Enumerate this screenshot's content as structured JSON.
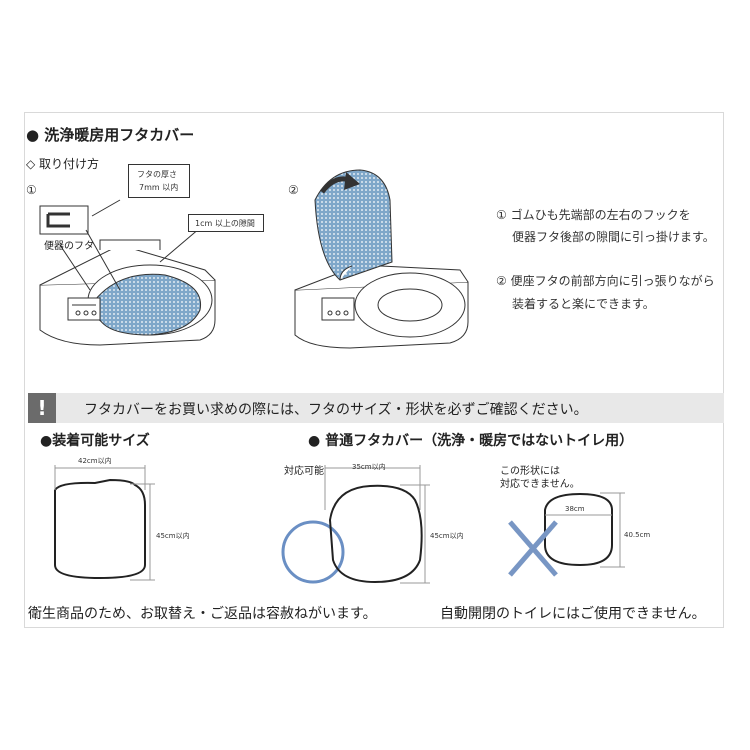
{
  "section_title": "● 洗浄暖房用フタカバー",
  "install_label": "◇ 取り付け方",
  "step1": {
    "number": "①",
    "callout_thickness": "フタの厚さ\n7mm 以内",
    "callout_thickness_line1": "フタの厚さ",
    "callout_thickness_line2": "7mm 以内",
    "callout_gap": "1cm 以上の隙間",
    "lid_label": "便器のフタ"
  },
  "step2": {
    "number": "②"
  },
  "instructions": [
    "① ゴムひも先端部の左右のフックを",
    "便器フタ後部の隙間に引っ掛けます。",
    "② 便座フタの前部方向に引っ張りながら",
    "装着すると楽にできます。"
  ],
  "warning": {
    "mark": "!",
    "text": "フタカバーをお買い求めの際には、フタのサイズ・形状を必ずご確認ください。"
  },
  "fit_size": {
    "title": "●装着可能サイズ",
    "width": "42cm以内",
    "height": "45cm以内"
  },
  "normal_cover": {
    "title": "● 普通フタカバー（洗浄・暖房ではないトイレ用）",
    "compatible_label": "対応可能",
    "compatible_width": "35cm以内",
    "compatible_height": "45cm以内",
    "incompatible_label_line1": "この形状には",
    "incompatible_label_line2": "対応できません。",
    "incompatible_width": "38cm",
    "incompatible_height": "40.5cm"
  },
  "footer": {
    "left": "衛生商品のため、お取替え・ご返品は容赦ねがいます。",
    "right": "自動開閉のトイレにはご使用できません。"
  },
  "colors": {
    "cover_blue": "#7fa7c9",
    "outline_blue": "#6a8fc4",
    "cross_blue": "#7896c4",
    "warning_bar": "#e8e8e8",
    "warning_mark": "#6b6b6b"
  }
}
